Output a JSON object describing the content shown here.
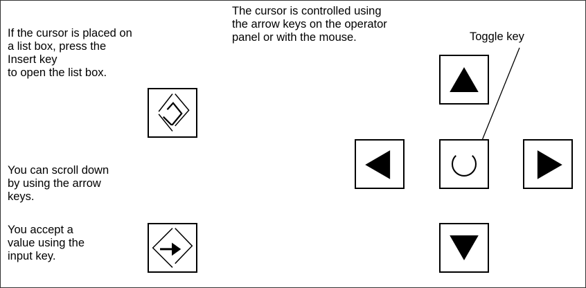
{
  "captions": {
    "insert_key": "If the cursor is placed on\na list box, press the\nInsert key\nto open the list box.",
    "arrow_keys": "The cursor is controlled using\nthe arrow keys on the operator\npanel or with the mouse.",
    "scroll": "You can scroll down\nby using the arrow\nkeys.",
    "input_key": "You accept a\nvalue using the\ninput key."
  },
  "labels": {
    "toggle_key": "Toggle key"
  },
  "icons": {
    "insert": "insert-diamond-icon",
    "input": "input-arrow-diamond-icon",
    "up": "triangle-up-icon",
    "down": "triangle-down-icon",
    "left": "triangle-left-icon",
    "right": "triangle-right-icon",
    "toggle": "toggle-circle-icon"
  },
  "colors": {
    "ink": "#000000",
    "background": "#ffffff"
  }
}
